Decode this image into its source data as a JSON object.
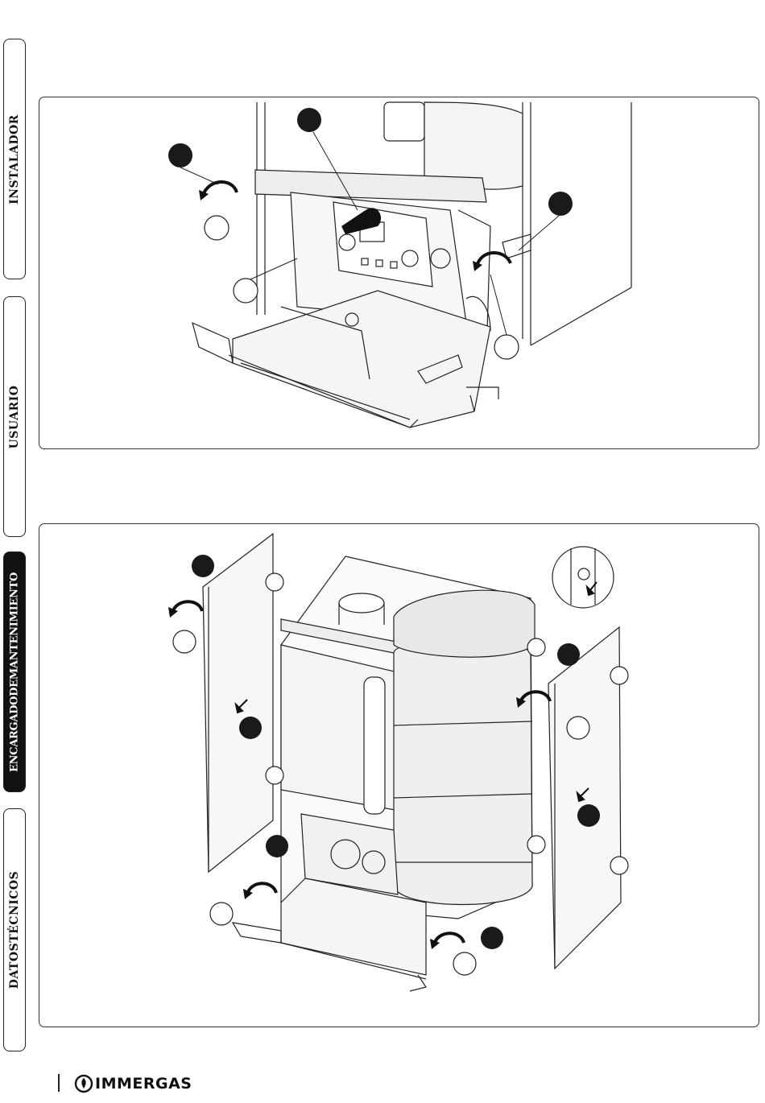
{
  "sidebar": {
    "tabs": [
      {
        "label": "INSTALADOR",
        "active": false
      },
      {
        "label": "USUARIO",
        "active": false
      },
      {
        "label": "ENCARGADODEMANTENIMIENTO",
        "active": true
      },
      {
        "label": "DATOSTÉCNICOS",
        "active": false
      }
    ]
  },
  "figures": [
    {
      "name": "panel-removal-front-cover",
      "callout_count": 6
    },
    {
      "name": "casing-removal-side-panels",
      "callout_count": 14
    }
  ],
  "footer": {
    "brand": "IMMERGAS"
  },
  "colors": {
    "ink": "#111111",
    "callout_fill": "#1a1a1a",
    "active_tab_bg": "#111111",
    "line_art": "#222222",
    "shading": "#e6e6e6"
  },
  "icons": [
    "curved-arrow-icon",
    "screw-icon",
    "boiler-logo-icon"
  ]
}
